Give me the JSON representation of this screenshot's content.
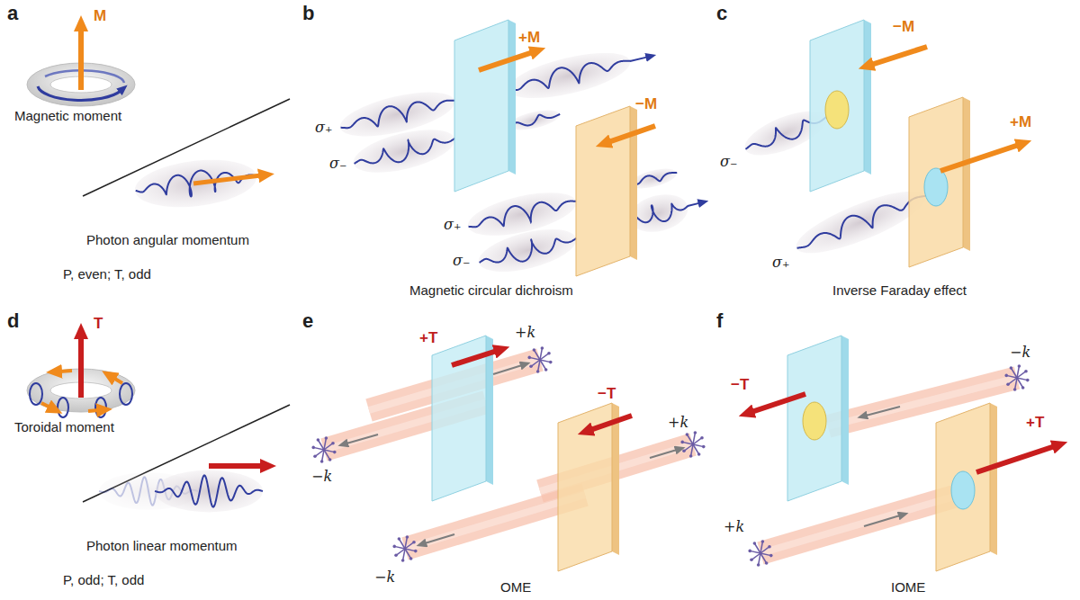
{
  "diagram": {
    "labels": [
      "a",
      "M",
      "Magnetic moment",
      "Photon angular momentum",
      "P, even; T, odd",
      "b",
      "+M",
      "σ₊",
      "σ₋",
      "−M",
      "σ₊",
      "σ₋",
      "Magnetic circular dichroism",
      "c",
      "−M",
      "σ₋",
      "σ₊",
      "+M",
      "Inverse Faraday effect",
      "d",
      "T",
      "Toroidal moment",
      "Photon linear momentum",
      "P, odd; T, odd",
      "e",
      "+T",
      "+k",
      "−k",
      "−T",
      "+k",
      "−k",
      "OME",
      "f",
      "−T",
      "−k",
      "+T",
      "+k",
      "IOME"
    ]
  }
}
